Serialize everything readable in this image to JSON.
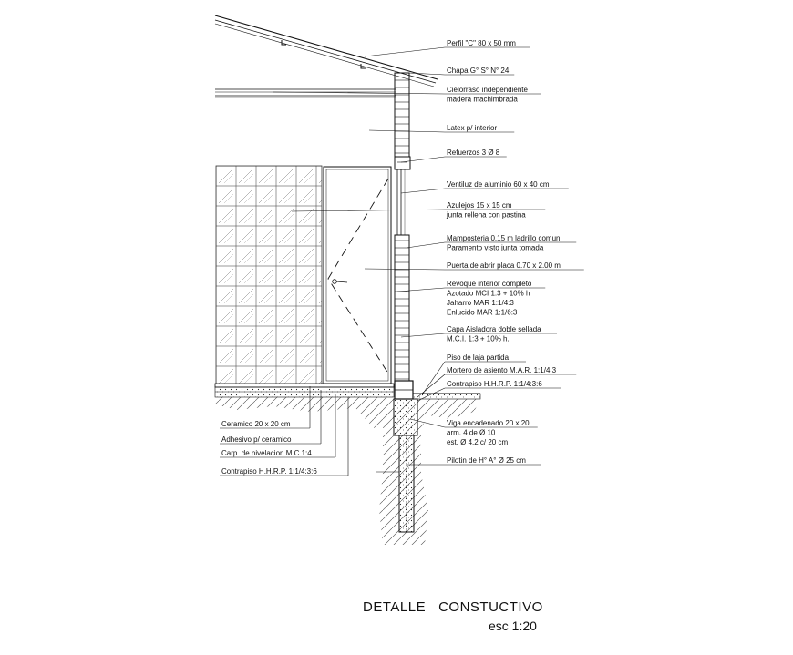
{
  "title": "DETALLE   CONSTUCTIVO",
  "scale": "esc 1:20",
  "labels_right": [
    {
      "id": "perfil",
      "lines": [
        "Perfil \"C\" 80 x 50 mm"
      ]
    },
    {
      "id": "chapa",
      "lines": [
        "Chapa G° S° N° 24"
      ]
    },
    {
      "id": "cielorraso",
      "lines": [
        "Cielorraso independiente",
        "madera machimbrada"
      ]
    },
    {
      "id": "latex",
      "lines": [
        "Latex p/ interior"
      ]
    },
    {
      "id": "refuerzos",
      "lines": [
        "Refuerzos 3 Ø 8"
      ]
    },
    {
      "id": "ventiluz",
      "lines": [
        "Ventiluz de aluminio 60 x 40 cm"
      ]
    },
    {
      "id": "azulejos",
      "lines": [
        "Azulejos 15 x 15 cm",
        "junta rellena con pastina"
      ]
    },
    {
      "id": "mamposteria",
      "lines": [
        "Mamposteria 0.15 m ladrillo comun",
        "Paramento visto junta tomada"
      ]
    },
    {
      "id": "puerta",
      "lines": [
        "Puerta de abrir placa 0.70 x 2.00 m"
      ]
    },
    {
      "id": "revoque",
      "lines": [
        "Revoque interior completo",
        "Azotado MCI 1:3 + 10% h",
        "Jaharro MAR 1:1/4:3",
        "Enlucido MAR 1:1/6:3"
      ]
    },
    {
      "id": "capa",
      "lines": [
        "Capa Aisladora doble sellada",
        "M.C.I. 1:3 + 10% h."
      ]
    },
    {
      "id": "piso",
      "lines": [
        "Piso de laja partida"
      ]
    },
    {
      "id": "mortero",
      "lines": [
        "Mortero de asiento M.A.R. 1:1/4:3"
      ]
    },
    {
      "id": "contrapiso_r",
      "lines": [
        "Contrapiso H.H.R.P. 1:1/4:3:6"
      ]
    },
    {
      "id": "viga",
      "lines": [
        "Viga encadenado 20 x 20",
        "arm. 4  de Ø 10",
        "est. Ø 4.2 c/ 20 cm"
      ]
    },
    {
      "id": "pilotin",
      "lines": [
        "Pilotin de H° A° Ø 25 cm"
      ]
    }
  ],
  "labels_left": [
    {
      "id": "ceramico",
      "lines": [
        "Ceramico 20 x 20 cm"
      ]
    },
    {
      "id": "adhesivo",
      "lines": [
        "Adhesivo p/ ceramico"
      ]
    },
    {
      "id": "carpeta",
      "lines": [
        "Carp. de nivelacion M.C.1:4"
      ]
    },
    {
      "id": "contrapiso_l",
      "lines": [
        "Contrapiso H.H.R.P. 1:1/4:3:6"
      ]
    }
  ]
}
